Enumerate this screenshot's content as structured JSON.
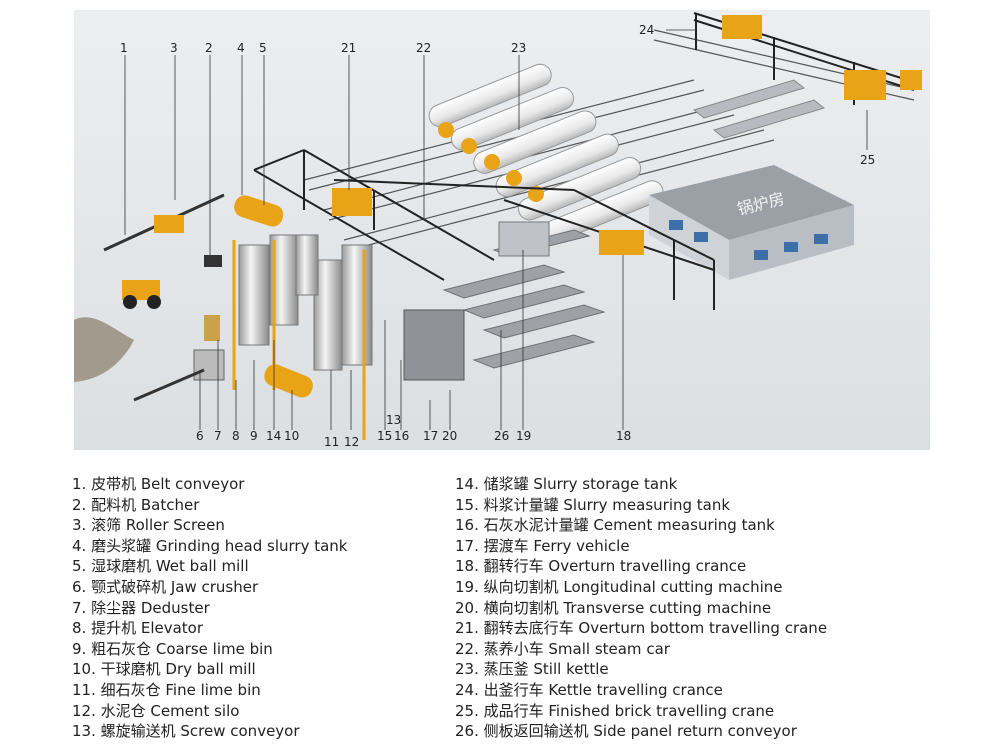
{
  "diagram": {
    "building_label": "锅炉房",
    "callouts": [
      "1",
      "2",
      "3",
      "4",
      "5",
      "6",
      "7",
      "8",
      "9",
      "10",
      "11",
      "12",
      "13",
      "14",
      "15",
      "16",
      "17",
      "18",
      "19",
      "20",
      "21",
      "22",
      "23",
      "24",
      "25",
      "26"
    ]
  },
  "legend": {
    "left": [
      "1. 皮带机 Belt conveyor",
      "2. 配料机 Batcher",
      "3. 滚筛 Roller Screen",
      "4. 磨头浆罐 Grinding head slurry tank",
      "5. 湿球磨机 Wet ball mill",
      "6. 颚式破碎机 Jaw crusher",
      "7. 除尘器 Deduster",
      "8. 提升机 Elevator",
      "9. 粗石灰仓 Coarse lime bin",
      "10. 干球磨机 Dry ball mill",
      "11. 细石灰仓 Fine lime bin",
      "12. 水泥仓 Cement silo",
      "13. 螺旋输送机 Screw conveyor"
    ],
    "right": [
      "14. 储浆罐 Slurry storage tank",
      "15. 料浆计量罐 Slurry measuring tank",
      "16. 石灰水泥计量罐 Cement measuring tank",
      "17. 摆渡车 Ferry vehicle",
      "18. 翻转行车 Overturn travelling crance",
      "19. 纵向切割机 Longitudinal cutting machine",
      "20. 横向切割机 Transverse cutting machine",
      "21. 翻转去底行车 Overturn bottom travelling crane",
      "22. 蒸养小车 Small steam car",
      "23. 蒸压釜 Still kettle",
      "24. 出釜行车 Kettle travelling crance",
      "25. 成品行车 Finished brick travelling crane",
      "26. 侧板返回输送机 Side panel return conveyor"
    ]
  },
  "colors": {
    "floor": "#e4e6e8",
    "steel": "#2a2a2a",
    "crane_yellow": "#e8a317",
    "silo_white": "#f2f2f2",
    "silo_gray": "#8d8d8d",
    "kettle_white": "#f4f4f4",
    "building_wall": "#cfd3d8",
    "building_roof": "#9aa0a6",
    "window_blue": "#3d6fa8",
    "machine_teal": "#2d6f80"
  }
}
